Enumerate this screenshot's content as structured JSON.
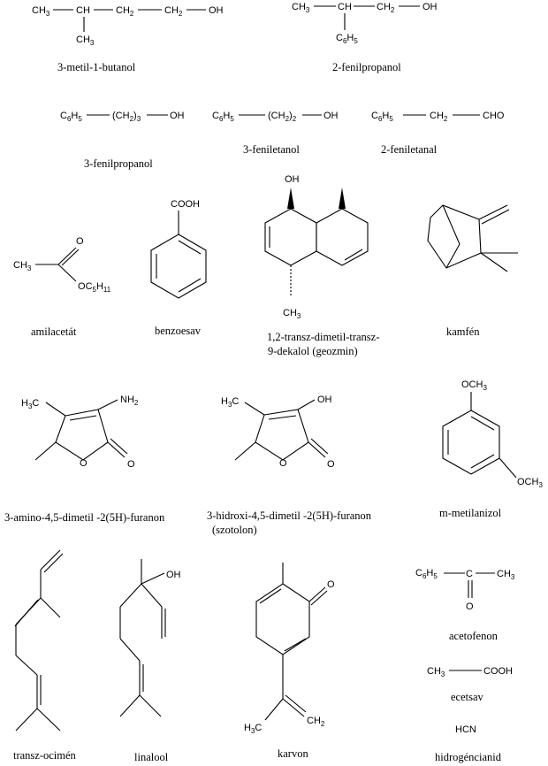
{
  "compounds": [
    {
      "id": "c1",
      "name": "3-metil-1-butanol"
    },
    {
      "id": "c2",
      "name": "2-fenilpropanol"
    },
    {
      "id": "c3",
      "name": "3-fenilpropanol"
    },
    {
      "id": "c4",
      "name": "3-feniletanol"
    },
    {
      "id": "c5",
      "name": "2-feniletanal"
    },
    {
      "id": "c6",
      "name": "amilacetát"
    },
    {
      "id": "c7",
      "name": "benzoesav"
    },
    {
      "id": "c8",
      "name_line1": "1,2-transz-dimetil-transz-",
      "name_line2": "9-dekalol (geozmin)"
    },
    {
      "id": "c9",
      "name": "kamfén"
    },
    {
      "id": "c10",
      "name": "3-amino-4,5-dimetil  -2(5H)-furanon"
    },
    {
      "id": "c11",
      "name_line1": "3-hidroxi-4,5-dimetil  -2(5H)-furanon",
      "name_line2": "(szotolon)"
    },
    {
      "id": "c12",
      "name": "m-metilanizol"
    },
    {
      "id": "c13",
      "name": "transz-ocimén"
    },
    {
      "id": "c14",
      "name": "linalool"
    },
    {
      "id": "c15",
      "name": "karvon"
    },
    {
      "id": "c16",
      "name": "acetofenon"
    },
    {
      "id": "c17",
      "name": "ecetsav"
    },
    {
      "id": "c18",
      "name": "hidrogéncianid"
    }
  ],
  "labels": {
    "ch3": "CH",
    "ch2": "CH",
    "ch": "CH",
    "oh": "OH",
    "h": "H",
    "c": "C",
    "o": "O",
    "cho": "CHO",
    "cooh": "COOH",
    "nh2": "NH",
    "hcn": "HCN",
    "n3": "3",
    "n2": "2",
    "n6": "6",
    "n5": "5",
    "n11": "11",
    "c6h5_c": "C",
    "c6h5_h": "H",
    "c5h11_c": "C",
    "c5h11_h": "H",
    "ch2_3": "(CH",
    "ch2_2": "(CH",
    "paren": ")",
    "och3": "OCH"
  }
}
